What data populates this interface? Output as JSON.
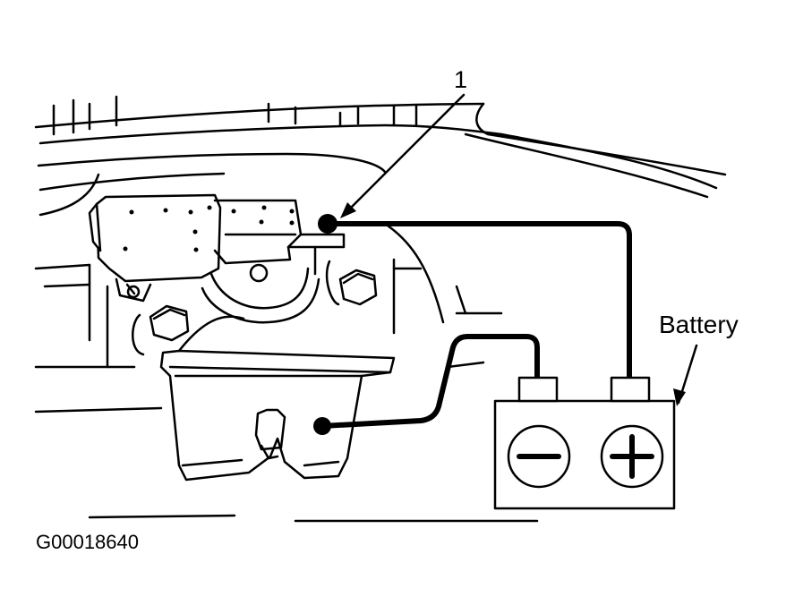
{
  "labels": {
    "callout_number": "1",
    "battery": "Battery",
    "figure_code": "G00018640"
  },
  "colors": {
    "line": "#000000",
    "background": "#ffffff"
  },
  "icons": {
    "negative_terminal": "minus-sign",
    "positive_terminal": "plus-sign"
  }
}
